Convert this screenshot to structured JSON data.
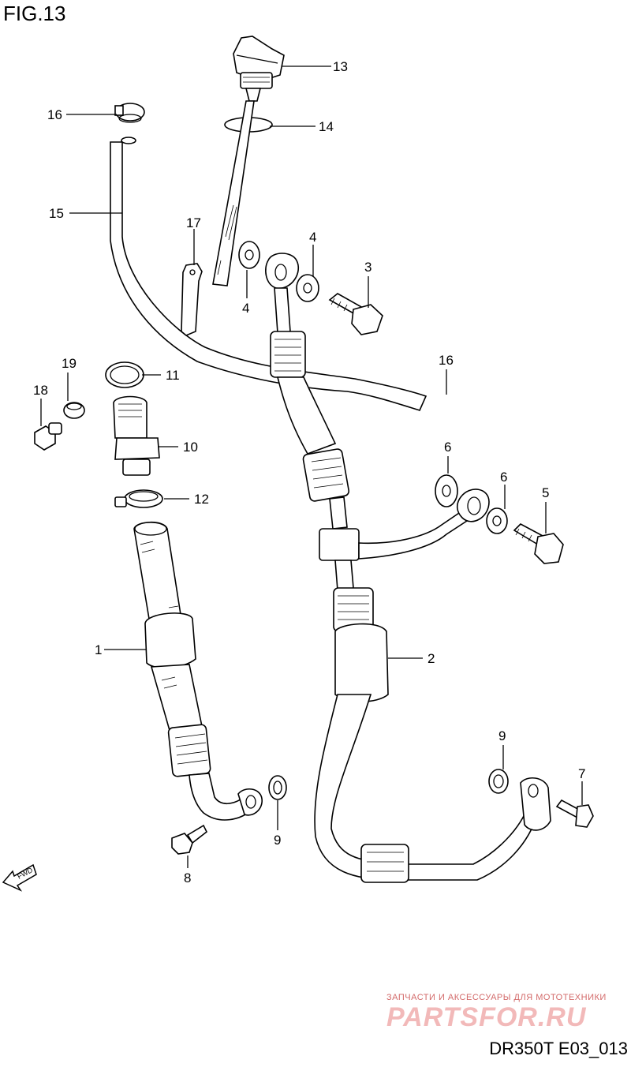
{
  "figure": {
    "title": "FIG.13",
    "code": "DR350T E03_013"
  },
  "watermark": {
    "line1": "ЗАПЧАСТИ И АКСЕССУАРЫ ДЛЯ МОТОТЕХНИКИ",
    "line2": "PARTSFOR.RU"
  },
  "fwd_label": "FWD",
  "callouts": {
    "c13": "13",
    "c14": "14",
    "c16a": "16",
    "c15": "15",
    "c17": "17",
    "c4a": "4",
    "c4b": "4",
    "c3": "3",
    "c19": "19",
    "c18": "18",
    "c11": "11",
    "c16b": "16",
    "c10": "10",
    "c6a": "6",
    "c6b": "6",
    "c5": "5",
    "c12": "12",
    "c1": "1",
    "c2": "2",
    "c9a": "9",
    "c9b": "9",
    "c7": "7",
    "c8": "8"
  }
}
